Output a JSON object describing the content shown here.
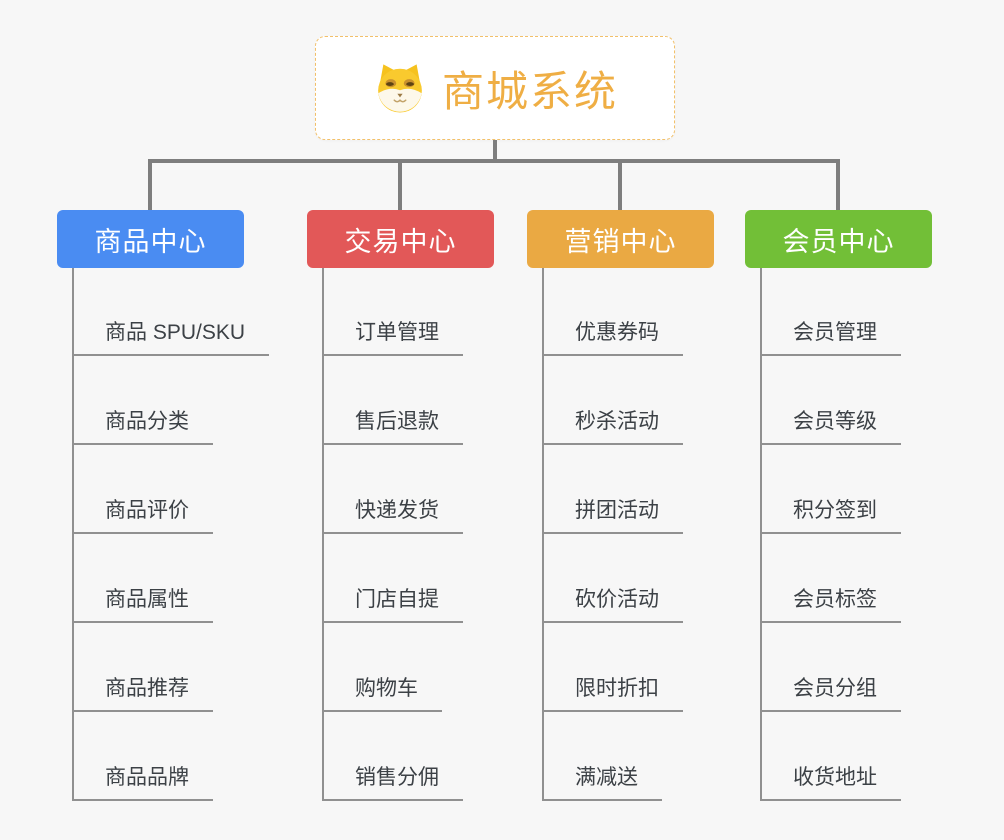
{
  "root": {
    "title": "商城系统",
    "icon": "shiba-dog-icon"
  },
  "colors": {
    "root_accent": "#efae44",
    "root_border": "#f2c06a",
    "connector": "#7e7e7e",
    "underline": "#909090",
    "background": "#f7f7f7",
    "leaf_text": "#3c4146"
  },
  "branches": [
    {
      "label": "商品中心",
      "color": "#4a8cf2",
      "items": [
        "商品 SPU/SKU",
        "商品分类",
        "商品评价",
        "商品属性",
        "商品推荐",
        "商品品牌"
      ]
    },
    {
      "label": "交易中心",
      "color": "#e25858",
      "items": [
        "订单管理",
        "售后退款",
        "快递发货",
        "门店自提",
        "购物车",
        "销售分佣"
      ]
    },
    {
      "label": "营销中心",
      "color": "#eaa943",
      "items": [
        "优惠券码",
        "秒杀活动",
        "拼团活动",
        "砍价活动",
        "限时折扣",
        "满减送"
      ]
    },
    {
      "label": "会员中心",
      "color": "#72bf37",
      "items": [
        "会员管理",
        "会员等级",
        "积分签到",
        "会员标签",
        "会员分组",
        "收货地址"
      ]
    }
  ]
}
